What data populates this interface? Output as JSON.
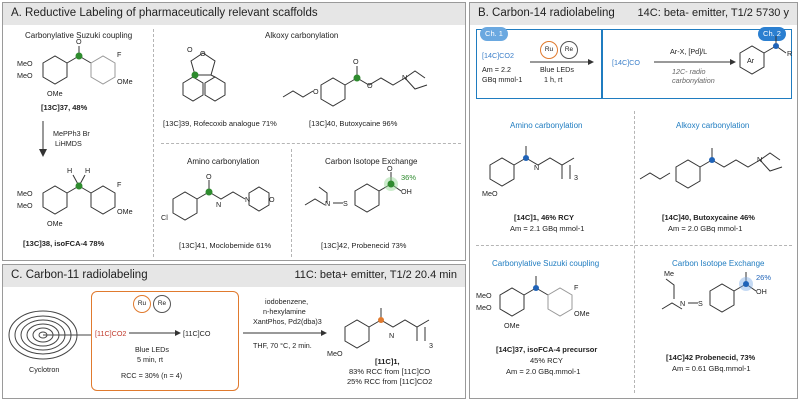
{
  "panelA": {
    "title": "A. Reductive Labeling of pharmaceutically relevant scaffolds",
    "suzuki_header": "Carbonylative Suzuki coupling",
    "alkoxy_header": "Alkoxy carbonylation",
    "amino_header": "Amino carbonylation",
    "cie_header": "Carbon Isotope Exchange",
    "c37_label": "[13C]37, 48%",
    "reagent1": "MePPh3 Br",
    "reagent2": "LiHMDS",
    "c38_label": "[13C]38, isoFCA-4 78%",
    "c39_label": "[13C]39, Rofecoxib analogue 71%",
    "c40_label": "[13C]40, Butoxycaine 96%",
    "c41_label": "[13C]41, Moclobemide 61%",
    "c42_label": "[13C]42, Probenecid 73%",
    "c42_pct": "36%",
    "atoms": {
      "meo": "MeO",
      "ome": "OMe",
      "f": "F",
      "cl": "Cl",
      "n": "N",
      "o": "O",
      "s": "S",
      "h": "H",
      "oh": "OH"
    }
  },
  "panelB": {
    "title": "B. Carbon-14 radiolabeling",
    "subtitle": "14C: beta- emitter, T1/2 5730 y",
    "ch1": "Ch. 1",
    "ch2": "Ch. 2",
    "co2": "[14C]CO2",
    "am": "Am = 2.2",
    "am_units": "GBq mmol-1",
    "ru": "Ru",
    "re": "Re",
    "leds": "Blue LEDs",
    "time": "1 h, rt",
    "co": "[14C]CO",
    "arx": "Ar-X, [Pd]/L",
    "radio1": "12C- radio",
    "radio2": "carbonylation",
    "ar": "Ar",
    "r": "R",
    "amino_header": "Amino carbonylation",
    "alkoxy_header": "Alkoxy carbonylation",
    "suzuki_header": "Carbonylative Suzuki coupling",
    "cie_header": "Carbon Isotope Exchange",
    "c1_label": "[14C]1, 46% RCY",
    "c1_am": "Am = 2.1 GBq mmol-1",
    "c40_label": "[14C]40, Butoxycaine 46%",
    "c40_am": "Am = 2.0 GBq mmol-1",
    "c37_label": "[14C]37, isoFCA-4 precursor",
    "c37_rcy": "45% RCY",
    "c37_am": "Am = 2.0 GBq.mmol-1",
    "c42_label": "[14C]42 Probenecid, 73%",
    "c42_am": "Am = 0.61 GBq.mmol-1",
    "c42_pct": "26%",
    "me": "Me",
    "three": "3"
  },
  "panelC": {
    "title": "C. Carbon-11 radiolabeling",
    "subtitle": "11C: beta+ emitter, T1/2 20.4 min",
    "cyclotron": "Cyclotron",
    "co2": "[11C]CO2",
    "co": "[11C]CO",
    "ru": "Ru",
    "re": "Re",
    "leds": "Blue LEDs",
    "time": "5 min, rt",
    "rcc": "RCC = 30% (n = 4)",
    "r1": "iodobenzene,",
    "r2": "n-hexylamine",
    "r3": "XantPhos, Pd2(dba)3",
    "cond": "THF, 70 °C, 2 min.",
    "c1_label": "[11C]1,",
    "y1": "83% RCC from [11C]CO",
    "y2": "25% RCC from [11C]CO2",
    "meo": "MeO",
    "three": "3"
  },
  "colors": {
    "green": "#2e8b2e",
    "blue": "#1f63b8",
    "orange": "#e07a2e",
    "gray": "#8a8a8a"
  }
}
